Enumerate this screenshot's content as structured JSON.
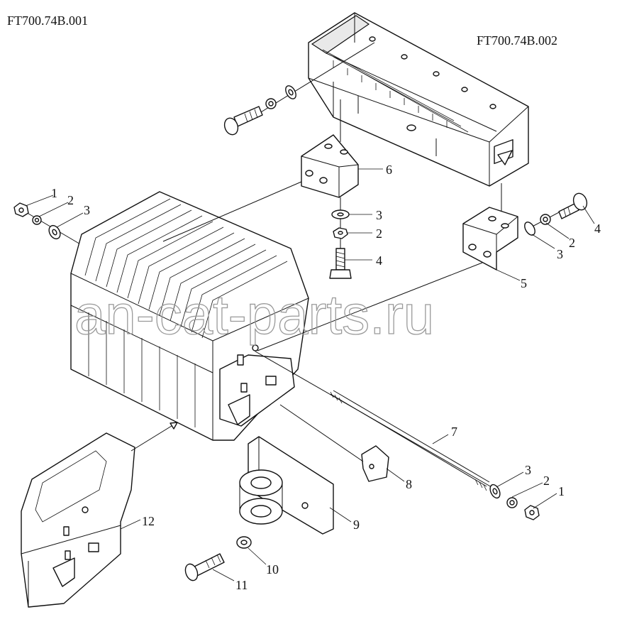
{
  "assembly_codes": {
    "main": "FT700.74B.001",
    "bracket": "FT700.74B.002"
  },
  "watermark": "an-cat-parts.ru",
  "callouts": [
    "1",
    "2",
    "3",
    "6",
    "3",
    "2",
    "4",
    "4",
    "2",
    "3",
    "5",
    "7",
    "3",
    "2",
    "1",
    "8",
    "9",
    "12",
    "10",
    "11"
  ],
  "icons": [
    "bolt-icon",
    "nut-icon",
    "washer-icon",
    "weight-stack-icon",
    "bracket-icon",
    "block-icon",
    "rod-icon",
    "clevis-icon",
    "brand-logo-icon"
  ]
}
